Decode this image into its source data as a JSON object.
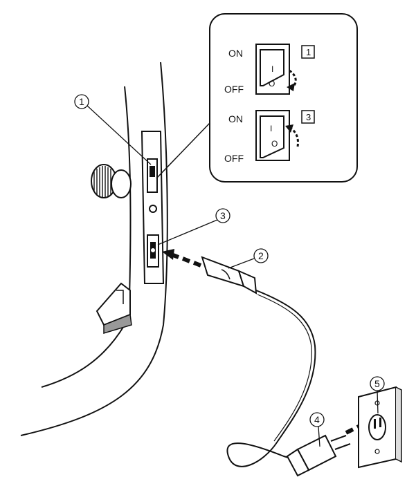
{
  "callouts": {
    "c1": "1",
    "c2": "2",
    "c3": "3",
    "c4": "4",
    "c5": "5"
  },
  "inset": {
    "step_top": "1",
    "step_bottom": "3",
    "on_label": "ON",
    "off_label": "OFF",
    "switch_on_mark": "I",
    "switch_off_mark": "O"
  }
}
